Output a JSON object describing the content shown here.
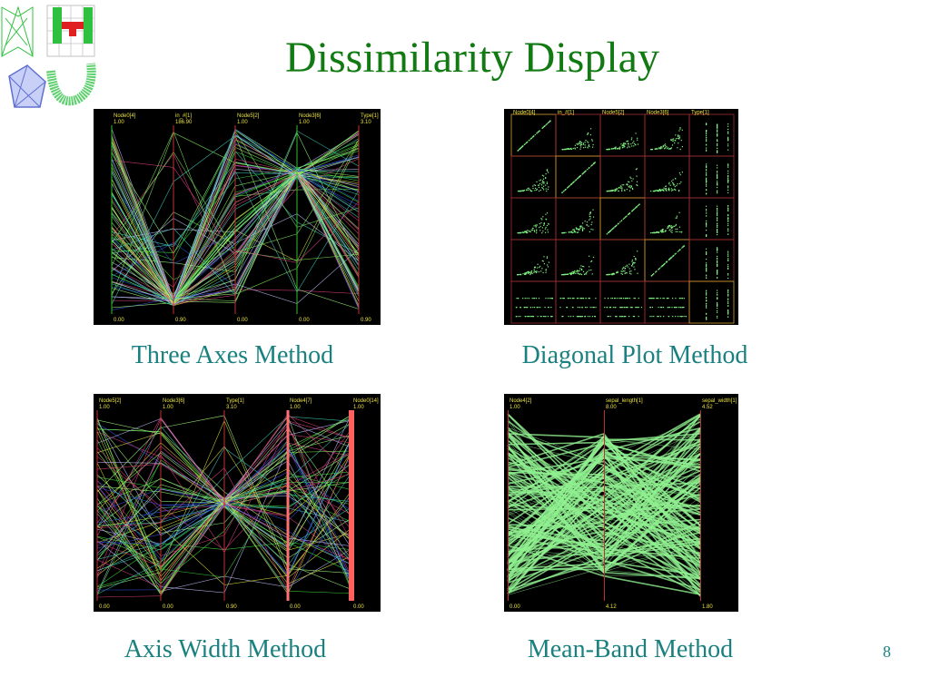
{
  "slide": {
    "title": "Dissimilarity Display",
    "page_number": "8"
  },
  "colors": {
    "title": "#127a12",
    "caption": "#1a8080",
    "panel_bg": "#000000",
    "axis_label": "#e8e040",
    "green_band": "#90f090"
  },
  "panels": [
    {
      "caption": "Three Axes Method",
      "axes_top": [
        "Node0[4]",
        "in_#[1]",
        "Node5[2]",
        "Node3[6]",
        "Type[1]"
      ],
      "axes_max": [
        "1.00",
        "186.90",
        "1.00",
        "1.00",
        "3.10"
      ],
      "axes_min": [
        "0.00",
        "0.90",
        "0.00",
        "0.00",
        "0.90"
      ]
    },
    {
      "caption": "Diagonal Plot Method",
      "axes_top": [
        "Node0[4]",
        "in_#[1]",
        "Node5[2]",
        "Node3[6]",
        "Type[1]"
      ]
    },
    {
      "caption": "Axis Width Method",
      "axes_top": [
        "Node5[2]",
        "Node3[6]",
        "Type[1]",
        "Node4[7]",
        "Node0[14]"
      ],
      "axes_max": [
        "1.00",
        "1.00",
        "3.10",
        "1.00",
        "1.00"
      ],
      "axes_min": [
        "0.00",
        "0.00",
        "0.90",
        "0.00",
        "0.00"
      ]
    },
    {
      "caption": "Mean-Band Method",
      "axes_top": [
        "Node4[2]",
        "sepal_length[1]",
        "sepal_width[1]"
      ],
      "axes_max": [
        "1.00",
        "8.00",
        "4.52"
      ],
      "axes_min": [
        "0.00",
        "4.12",
        "1.80"
      ]
    }
  ]
}
